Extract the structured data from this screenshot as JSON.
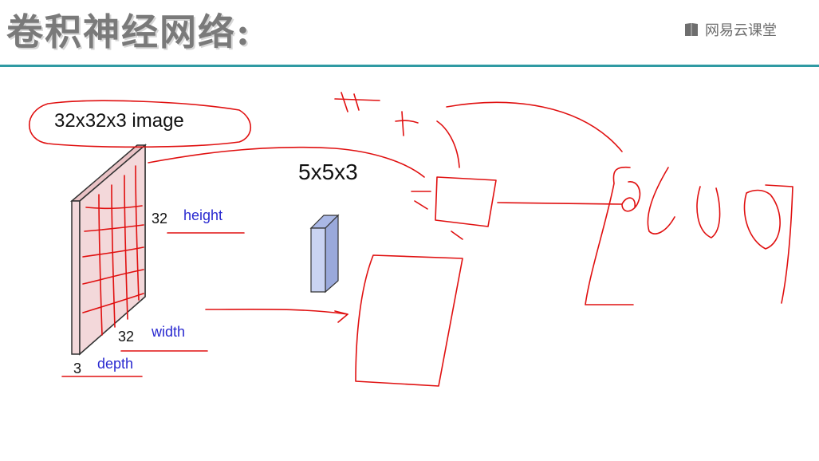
{
  "header": {
    "title": "卷积神经网络:",
    "brand": "网易云课堂",
    "brand_icon": "book-icon",
    "rule_color": "#2f9aa3"
  },
  "diagram": {
    "image_label": "32x32x3 image",
    "kernel_label": "5x5x3",
    "height_value": "32",
    "height_label": "height",
    "width_value": "32",
    "width_label": "width",
    "depth_value": "3",
    "depth_label": "depth",
    "image_color": "#f3d8da",
    "kernel_color": "#c9d3f2",
    "annotation_color": "#e01010"
  }
}
